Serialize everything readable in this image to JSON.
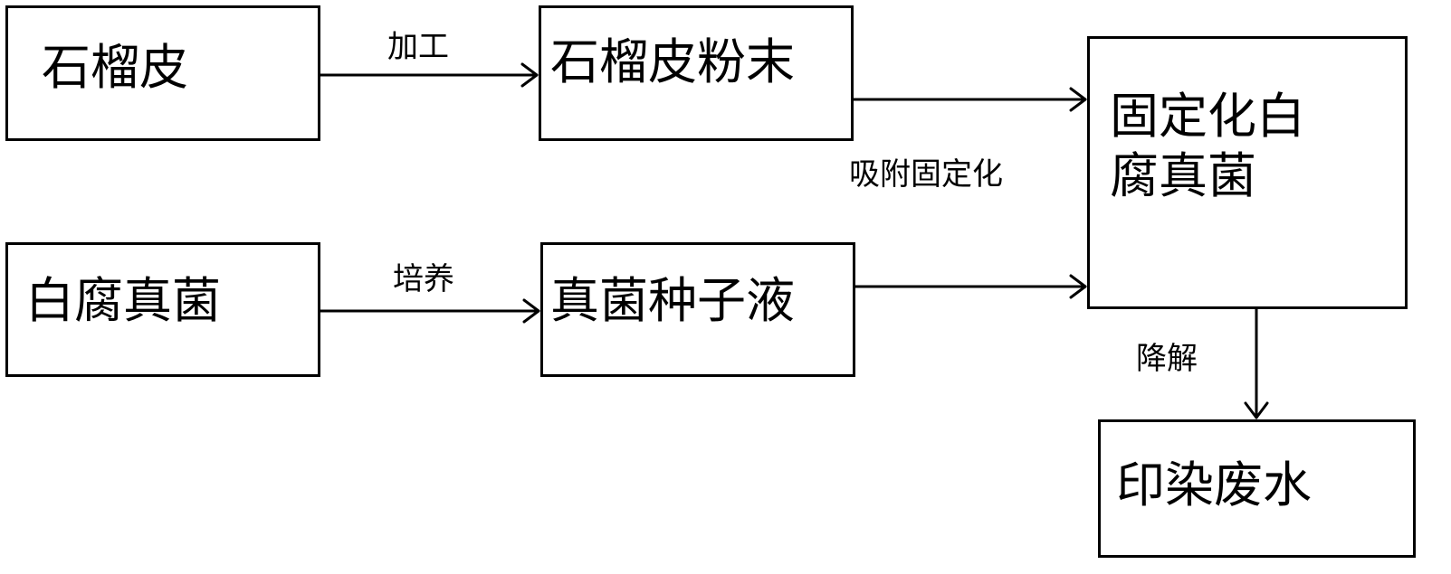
{
  "nodes": {
    "pomegranate_peel": "石榴皮",
    "pomegranate_powder": "石榴皮粉末",
    "fixed_fungus": "固定化白腐真菌",
    "white_rot_fungus": "白腐真菌",
    "fungus_seed_liquid": "真菌种子液",
    "dye_wastewater": "印染废水"
  },
  "edges": {
    "process": "加工",
    "adsorb_fix": "吸附固定化",
    "culture": "培养",
    "degrade": "降解"
  },
  "colors": {
    "line": "#000000",
    "background": "#ffffff"
  }
}
